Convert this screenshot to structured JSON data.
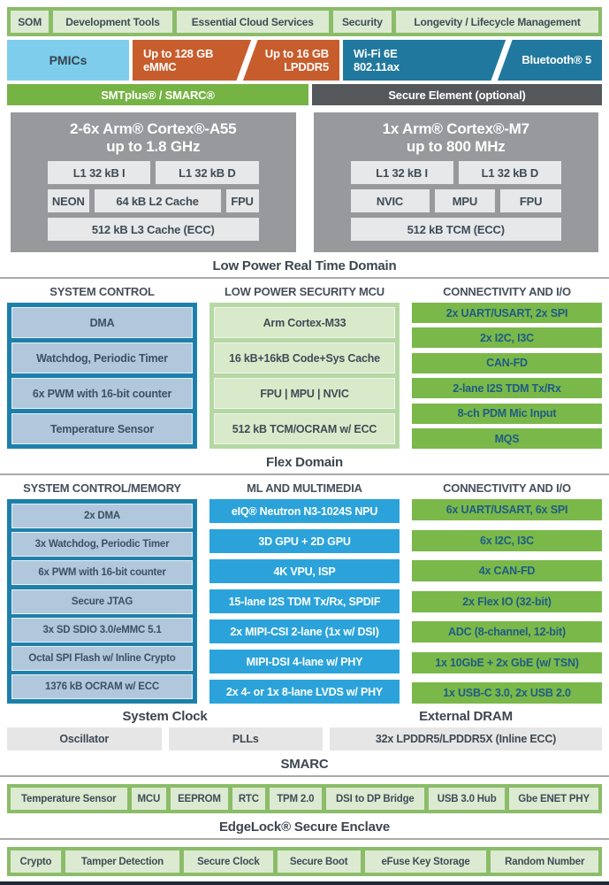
{
  "top_strip": {
    "items": [
      "SOM",
      "Development Tools",
      "Essential Cloud Services",
      "Security",
      "Longevity / Lifecycle Management"
    ]
  },
  "hw_row": {
    "pmics": "PMICs",
    "memory": {
      "left": "Up to 128 GB\neMMC",
      "right": "Up to 16 GB\nLPDDR5"
    },
    "wireless": {
      "left": "Wi-Fi 6E\n802.11ax",
      "right": "Bluetooth® 5"
    }
  },
  "carrier_row": {
    "smtplus": "SMTplus® / SMARC®",
    "secure_element": "Secure Element (optional)"
  },
  "cpu_blocks": [
    {
      "title": "2-6x Arm® Cortex®-A55\nup to 1.8 GHz",
      "rows": [
        [
          "L1 32 kB I",
          "L1 32 kB D"
        ],
        [
          "NEON",
          "64 kB L2 Cache",
          "FPU"
        ],
        [
          "512 kB L3 Cache (ECC)"
        ]
      ]
    },
    {
      "title": "1x Arm® Cortex®-M7\nup to 800 MHz",
      "rows": [
        [
          "L1 32 kB I",
          "L1 32 kB D"
        ],
        [
          "NVIC",
          "MPU",
          "FPU"
        ],
        [
          "512 kB TCM (ECC)"
        ]
      ]
    }
  ],
  "low_power_domain": {
    "title": "Low Power Real Time Domain",
    "columns": [
      {
        "header": "SYSTEM CONTROL",
        "items": [
          "DMA",
          "Watchdog, Periodic Timer",
          "6x PWM with 16-bit counter",
          "Temperature Sensor"
        ]
      },
      {
        "header": "LOW POWER SECURITY MCU",
        "items": [
          "Arm Cortex-M33",
          "16 kB+16kB Code+Sys Cache",
          "FPU | MPU | NVIC",
          "512 kB TCM/OCRAM w/ ECC"
        ]
      },
      {
        "header": "CONNECTIVITY AND I/O",
        "items": [
          "2x UART/USART, 2x SPI",
          "2x I2C, I3C",
          "CAN-FD",
          "2-lane I2S TDM Tx/Rx",
          "8-ch PDM Mic Input",
          "MQS"
        ]
      }
    ]
  },
  "flex_domain": {
    "title": "Flex Domain",
    "columns": [
      {
        "header": "SYSTEM CONTROL/MEMORY",
        "items": [
          "2x DMA",
          "3x Watchdog, Periodic Timer",
          "6x PWM with 16-bit counter",
          "Secure JTAG",
          "3x SD SDIO 3.0/eMMC 5.1",
          "Octal SPI Flash w/ Inline Crypto",
          "1376 kB OCRAM w/ ECC"
        ]
      },
      {
        "header": "ML AND MULTIMEDIA",
        "items": [
          "eIQ® Neutron N3-1024S NPU",
          "3D GPU + 2D GPU",
          "4K VPU, ISP",
          "15-lane I2S TDM Tx/Rx, SPDIF",
          "2x MIPI-CSI 2-lane (1x w/ DSI)",
          "MIPI-DSI 4-lane w/ PHY",
          "2x 4- or 1x 8-lane LVDS w/ PHY"
        ]
      },
      {
        "header": "CONNECTIVITY AND I/O",
        "items": [
          "6x UART/USART, 6x SPI",
          "6x I2C, I3C",
          "4x CAN-FD",
          "2x Flex IO (32-bit)",
          "ADC (8-channel, 12-bit)",
          "1x 10GbE + 2x GbE (w/ TSN)",
          "1x USB-C 3.0, 2x USB 2.0"
        ]
      }
    ]
  },
  "clock_dram": {
    "system_clock_title": "System Clock",
    "external_dram_title": "External DRAM",
    "system_clock_items": [
      "Oscillator",
      "PLLs"
    ],
    "external_dram_items": [
      "32x LPDDR5/LPDDR5X (Inline ECC)"
    ]
  },
  "smarc": {
    "title": "SMARC",
    "items": [
      "Temperature Sensor",
      "MCU",
      "EEPROM",
      "RTC",
      "TPM 2.0",
      "DSI to DP Bridge",
      "USB 3.0 Hub",
      "Gbe ENET PHY"
    ]
  },
  "edgelock": {
    "title": "EdgeLock® Secure Enclave",
    "items": [
      "Crypto",
      "Tamper Detection",
      "Secure Clock",
      "Secure Boot",
      "eFuse Key Storage",
      "Random Number"
    ]
  },
  "colors": {
    "green_strip": "#8bbc68",
    "chip_light_green": "#dcead2",
    "pmics_blue": "#7ecdec",
    "memory_orange": "#c75d2d",
    "wireless_teal": "#20789e",
    "smarc_green": "#76b345",
    "secure_element_gray": "#55585b",
    "cpu_gray": "#97999c",
    "steel_frame_teal": "#1d80aa",
    "steel_chip_blue": "#b1c8dc",
    "ml_blue": "#2ba3da",
    "io_green": "#7ab84a",
    "io_text_blue": "#1e5c84",
    "bottom_bar_navy": "#1d2936"
  }
}
